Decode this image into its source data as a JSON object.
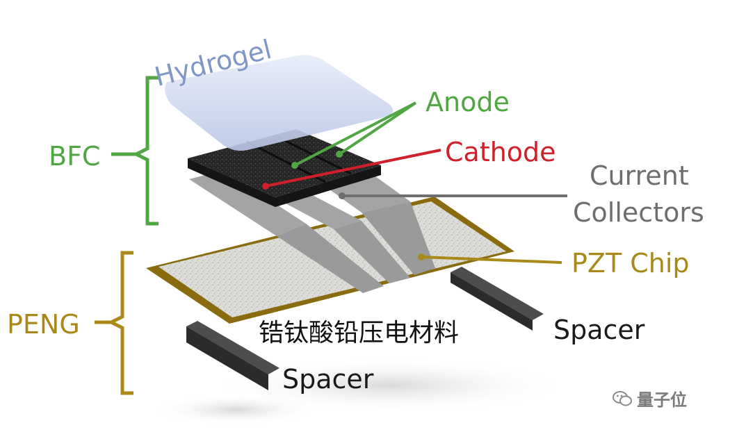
{
  "labels": {
    "hydrogel": "Hydrogel",
    "anode": "Anode",
    "cathode": "Cathode",
    "current": "Current",
    "collectors": "Collectors",
    "pzt_chip": "PZT Chip",
    "bfc": "BFC",
    "peng": "PENG",
    "spacer_right": "Spacer",
    "spacer_left": "Spacer",
    "pzt_chinese": "锆钛酸铅压电材料"
  },
  "watermark": {
    "text": "量子位"
  },
  "colors": {
    "bfc_green": "#4fa642",
    "peng_gold": "#a8891a",
    "cathode_red": "#d0202a",
    "collector_gray": "#6e6e6e",
    "hydrogel_blue": "#7f97c8"
  }
}
